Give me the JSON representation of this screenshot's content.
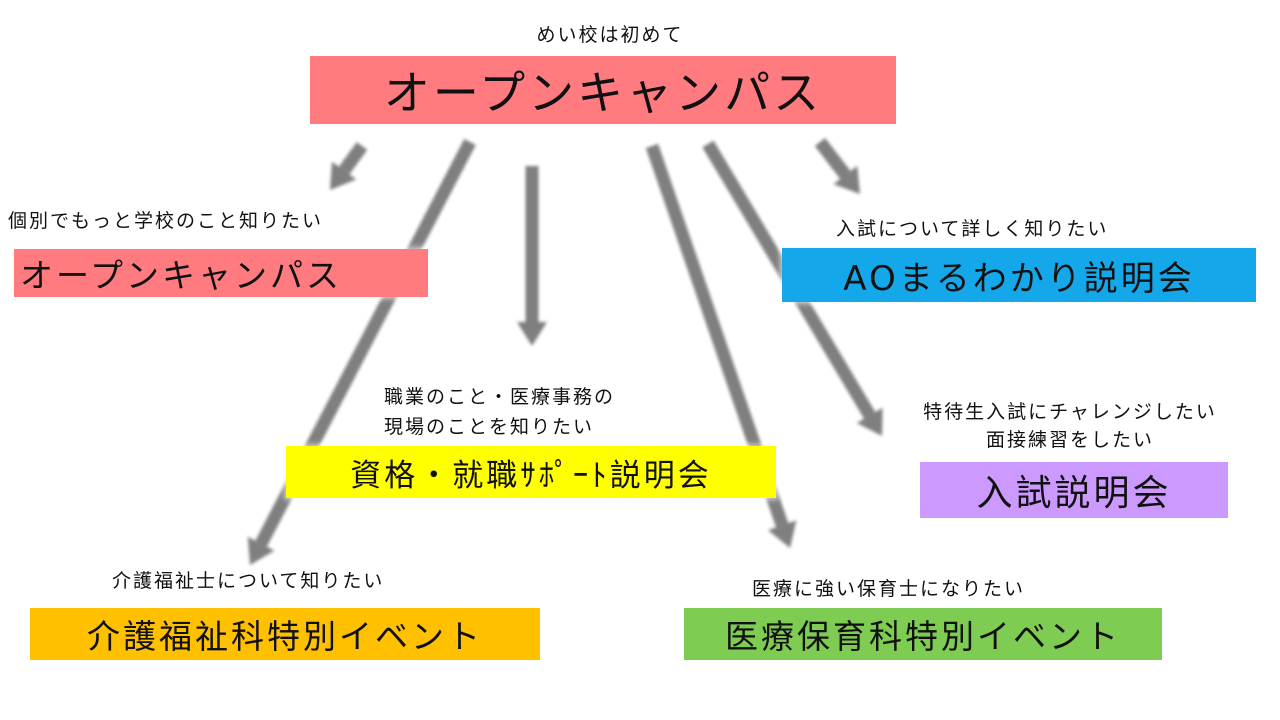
{
  "colors": {
    "arrow": "#7f7f7f",
    "open_campus": "#ff7b80",
    "ao": "#14a8ea",
    "shikaku": "#ffff00",
    "nyushi": "#cc99ff",
    "kaigo": "#ffc000",
    "iryo": "#7fcc52"
  },
  "nodes": {
    "main": {
      "caption": "めい校は初めて",
      "label": "オープンキャンパス"
    },
    "open_campus": {
      "caption": "個別でもっと学校のこと知りたい",
      "label": "オープンキャンパス"
    },
    "ao": {
      "caption": "入試について詳しく知りたい",
      "label": "AOまるわかり説明会"
    },
    "shikaku": {
      "caption_line1": "職業のこと・医療事務の",
      "caption_line2": "現場のことを知りたい",
      "label": "資格・就職ｻﾎﾟｰﾄ説明会"
    },
    "nyushi": {
      "caption_line1": "特待生入試にチャレンジしたい",
      "caption_line2": "面接練習をしたい",
      "label": "入試説明会"
    },
    "kaigo": {
      "caption": "介護福祉士について知りたい",
      "label": "介護福祉科特別イベント"
    },
    "iryo": {
      "caption": "医療に強い保育士になりたい",
      "label": "医療保育科特別イベント"
    }
  }
}
